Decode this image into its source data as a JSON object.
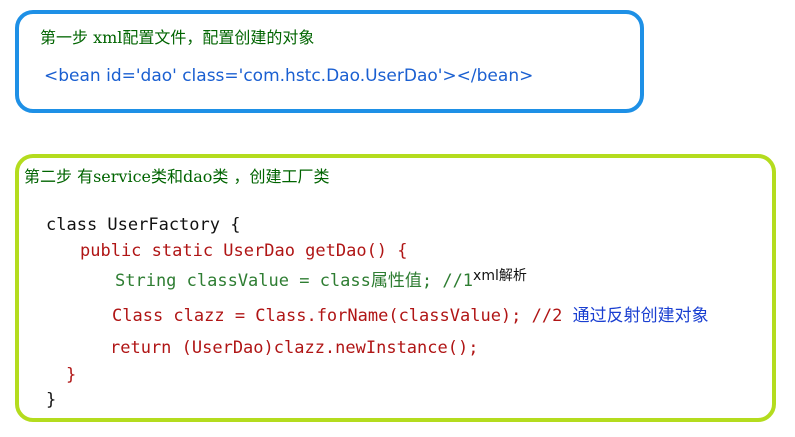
{
  "step1": {
    "title": "第一步 xml配置文件，配置创建的对象",
    "xml_line": "<bean id='dao' class='com.hstc.Dao.UserDao'></bean>"
  },
  "step2": {
    "title": "第二步 有service类和dao类 ，创建工厂类",
    "code": {
      "line1": "class UserFactory {",
      "line2": "public static UserDao getDao() {",
      "line3_code": "String classValue = class属性值; //1",
      "line3_note": "xml解析",
      "line4_code": "Class clazz = Class.forName(classValue); //2",
      "line4_note": "通过反射创建对象",
      "line5": "return (UserDao)clazz.newInstance();",
      "line6": "}",
      "line7": "}"
    }
  },
  "colors": {
    "box1_border": "#1e90e6",
    "box2_border": "#b4dc1e",
    "title_text": "#006400",
    "xml_text": "#1a5fd1",
    "code_red": "#b01515",
    "code_green": "#2e7d32",
    "note_blue": "#1a3fd1"
  }
}
